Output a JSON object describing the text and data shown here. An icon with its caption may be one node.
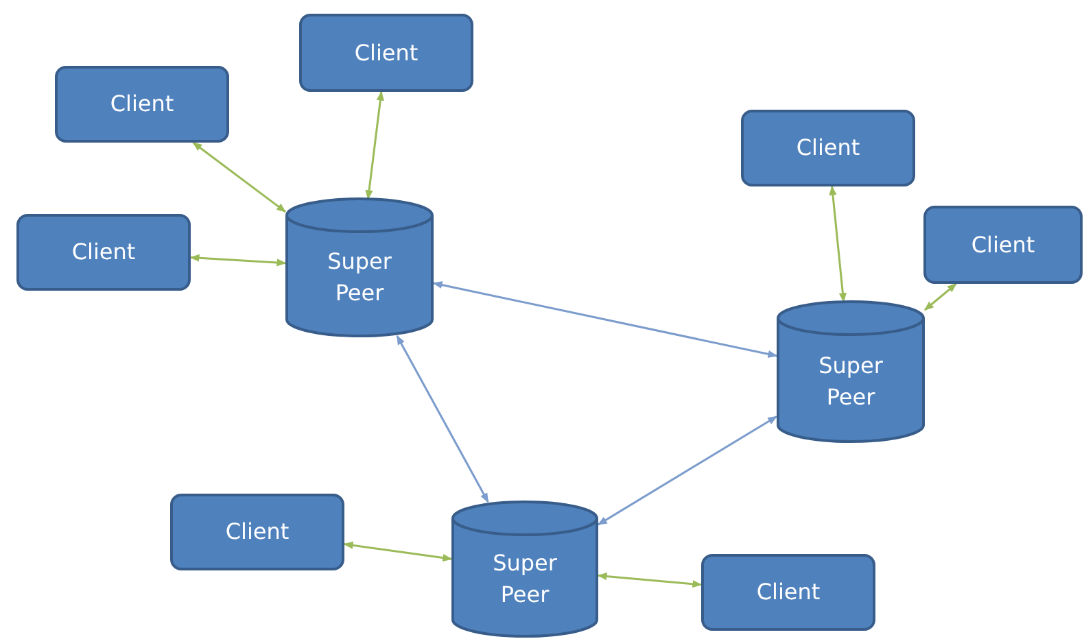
{
  "diagram": {
    "nodes": [
      {
        "text": [
          "Client"
        ]
      },
      {
        "text": [
          "Client"
        ]
      },
      {
        "text": [
          "Client"
        ]
      },
      {
        "text": [
          "Client"
        ]
      },
      {
        "text": [
          "Client"
        ]
      },
      {
        "text": [
          "Super Peer"
        ]
      },
      {
        "text": [
          "Super Peer"
        ]
      },
      {
        "text": [
          "Client"
        ]
      },
      {
        "text": [
          "Super Peer"
        ]
      },
      {
        "text": [
          "Client"
        ]
      }
    ],
    "edges": [
      {
        "from": 0,
        "to": 5,
        "arrow": "both"
      },
      {
        "from": 1,
        "to": 5,
        "arrow": "both"
      },
      {
        "from": 3,
        "to": 5,
        "arrow": "both"
      },
      {
        "from": 2,
        "to": 6,
        "arrow": "both"
      },
      {
        "from": 4,
        "to": 6,
        "arrow": "both"
      },
      {
        "from": 5,
        "to": 6,
        "arrow": "both",
        "color": "#7b9ccc"
      },
      {
        "from": 5,
        "to": 8,
        "arrow": "both",
        "color": "#7b9ccc"
      },
      {
        "from": 8,
        "to": 6,
        "arrow": "both",
        "color": "#7b9ccc"
      },
      {
        "from": 7,
        "to": 8,
        "arrow": "both"
      },
      {
        "from": 9,
        "to": 8,
        "arrow": "both"
      }
    ]
  }
}
